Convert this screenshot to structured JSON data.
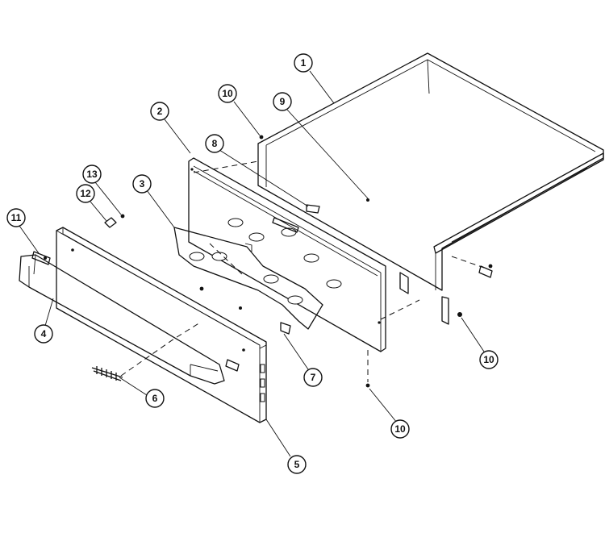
{
  "callouts": [
    {
      "id": "1",
      "label": "1"
    },
    {
      "id": "2",
      "label": "2"
    },
    {
      "id": "3",
      "label": "3"
    },
    {
      "id": "4",
      "label": "4"
    },
    {
      "id": "5",
      "label": "5"
    },
    {
      "id": "6",
      "label": "6"
    },
    {
      "id": "7",
      "label": "7"
    },
    {
      "id": "8",
      "label": "8"
    },
    {
      "id": "9",
      "label": "9"
    },
    {
      "id": "10a",
      "label": "10"
    },
    {
      "id": "10b",
      "label": "10"
    },
    {
      "id": "10c",
      "label": "10"
    },
    {
      "id": "11",
      "label": "11"
    },
    {
      "id": "12",
      "label": "12"
    },
    {
      "id": "13",
      "label": "13"
    }
  ]
}
